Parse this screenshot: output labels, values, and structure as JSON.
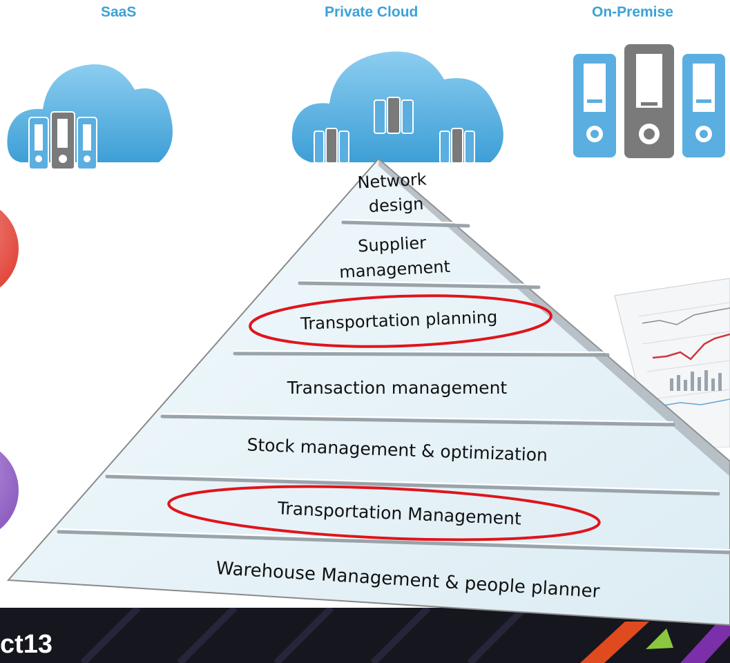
{
  "deployment": {
    "saas": "SaaS",
    "private_cloud": "Private Cloud",
    "on_premise": "On-Premise"
  },
  "pyramid": {
    "tiers": [
      {
        "line1": "Network",
        "line2": "design",
        "highlighted": false
      },
      {
        "line1": "Supplier",
        "line2": "management",
        "highlighted": false
      },
      {
        "line1": "Transportation planning",
        "line2": "",
        "highlighted": true
      },
      {
        "line1": "Transaction management",
        "line2": "",
        "highlighted": false
      },
      {
        "line1": "Stock management & optimization",
        "line2": "",
        "highlighted": false
      },
      {
        "line1": "Transportation Management",
        "line2": "",
        "highlighted": true
      },
      {
        "line1": "Warehouse Management & people planner",
        "line2": "",
        "highlighted": false
      }
    ]
  },
  "footer": {
    "text": "ct13"
  },
  "colors": {
    "accent_blue": "#3ba2d8",
    "cloud_blue": "#5fb3e3",
    "binder_gray": "#7a7a7a",
    "highlight_red": "#e0141b",
    "footer_dark": "#16161f"
  },
  "icons": [
    "cloud-icon",
    "binder-icon",
    "chart-document-image"
  ]
}
